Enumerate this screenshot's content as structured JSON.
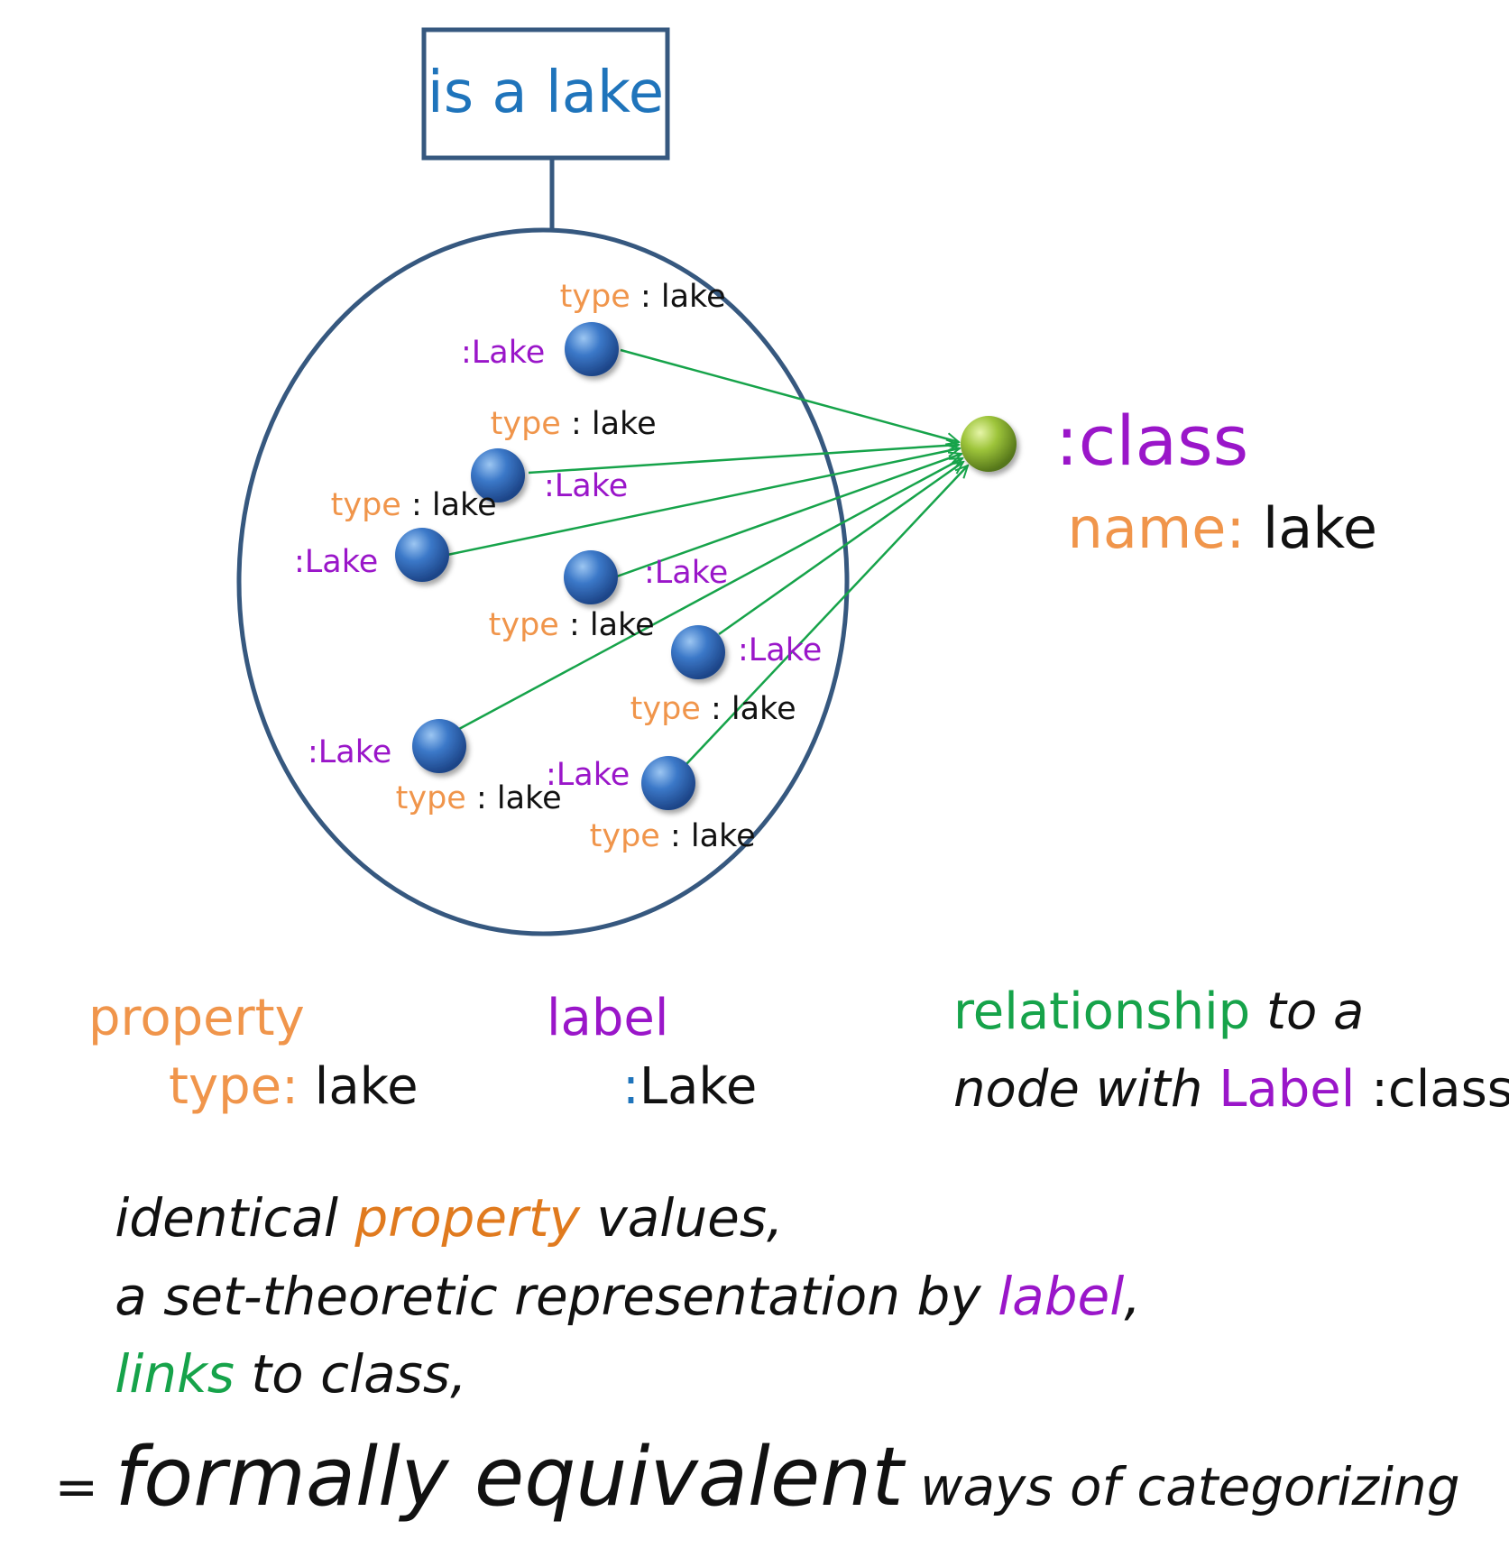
{
  "category": {
    "title": "is a lake"
  },
  "members": [
    {
      "label": ":Lake",
      "prop_key": "type",
      "prop_sep": " : ",
      "prop_value": "lake"
    },
    {
      "label": ":Lake",
      "prop_key": "type",
      "prop_sep": " : ",
      "prop_value": "lake"
    },
    {
      "label": ":Lake",
      "prop_key": "type",
      "prop_sep": " : ",
      "prop_value": "lake"
    },
    {
      "label": ":Lake",
      "prop_key": "type",
      "prop_sep": " : ",
      "prop_value": "lake"
    },
    {
      "label": ":Lake",
      "prop_key": "type",
      "prop_sep": " : ",
      "prop_value": "lake"
    },
    {
      "label": ":Lake",
      "prop_key": "type",
      "prop_sep": " : ",
      "prop_value": "lake"
    },
    {
      "label": ":Lake",
      "prop_key": "type",
      "prop_sep": " : ",
      "prop_value": "lake"
    }
  ],
  "class_node": {
    "label": ":class",
    "name_key": "name:",
    "name_value": " lake"
  },
  "legend": {
    "property": {
      "title": "property",
      "key": "type:",
      "value": " lake"
    },
    "label": {
      "title": "label",
      "colon": ":",
      "value": "Lake"
    },
    "relationship": {
      "title": "relationship",
      "rest1": " to a",
      "line2_a": "node with ",
      "line2_label": "Label",
      "line2_b": " :class"
    }
  },
  "conclusion": {
    "line1_a": "identical ",
    "line1_b": "property",
    "line1_c": " values,",
    "line2_a": "a set-theoretic representation by ",
    "line2_b": "label",
    "line2_c": ",",
    "line3_a": "links",
    "line3_b": " to class,",
    "line4_a": "= ",
    "line4_b": "formally equivalent",
    "line4_c": " ways of categorizing"
  },
  "colors": {
    "property": "#f0954b",
    "label": "#9a16c9",
    "relationship": "#16a34a",
    "frame": "#36587f",
    "box_text": "#1f74bb",
    "member_node": "#3b78c8",
    "class_node": "#9dc43a"
  }
}
